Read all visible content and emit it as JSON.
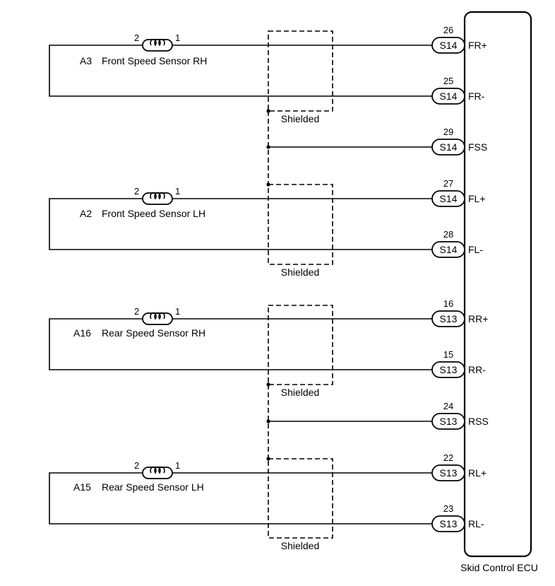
{
  "ecu": {
    "label": "Skid Control ECU"
  },
  "shield_label": "Shielded",
  "sensor_pin_left": "2",
  "sensor_pin_right": "1",
  "sensors": [
    {
      "code": "A3",
      "name": "Front Speed Sensor RH"
    },
    {
      "code": "A2",
      "name": "Front Speed Sensor LH"
    },
    {
      "code": "A16",
      "name": "Rear Speed Sensor RH"
    },
    {
      "code": "A15",
      "name": "Rear Speed Sensor LH"
    }
  ],
  "terminals": [
    {
      "pin": "26",
      "connector": "S14",
      "signal": "FR+"
    },
    {
      "pin": "25",
      "connector": "S14",
      "signal": "FR-"
    },
    {
      "pin": "29",
      "connector": "S14",
      "signal": "FSS"
    },
    {
      "pin": "27",
      "connector": "S14",
      "signal": "FL+"
    },
    {
      "pin": "28",
      "connector": "S14",
      "signal": "FL-"
    },
    {
      "pin": "16",
      "connector": "S13",
      "signal": "RR+"
    },
    {
      "pin": "15",
      "connector": "S13",
      "signal": "RR-"
    },
    {
      "pin": "24",
      "connector": "S13",
      "signal": "RSS"
    },
    {
      "pin": "22",
      "connector": "S13",
      "signal": "RL+"
    },
    {
      "pin": "23",
      "connector": "S13",
      "signal": "RL-"
    }
  ]
}
